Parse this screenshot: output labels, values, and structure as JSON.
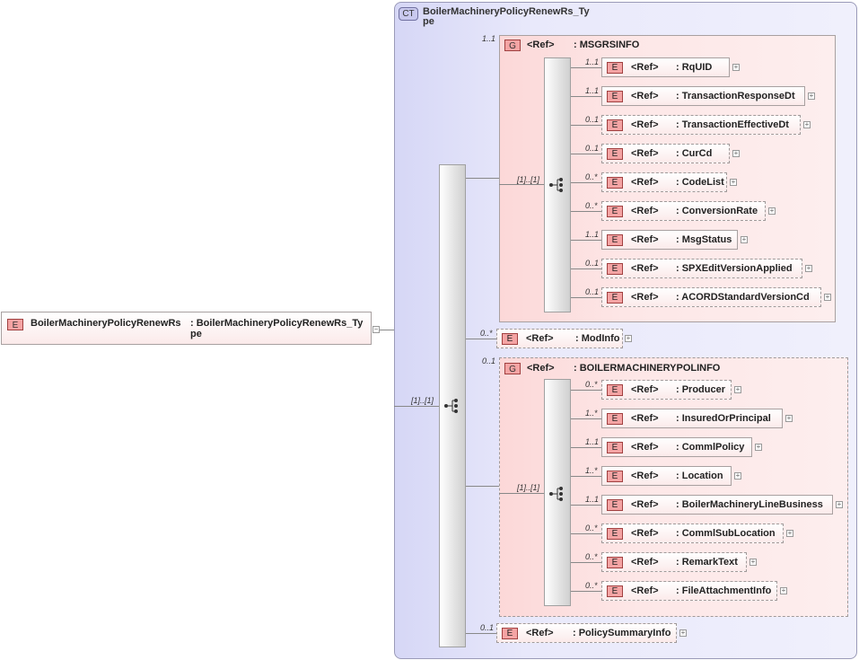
{
  "root": {
    "badge": "E",
    "name": "BoilerMachineryPolicyRenewRs",
    "type": ": BoilerMachineryPolicyRenewRs_Ty pe"
  },
  "complex_type": {
    "badge": "CT",
    "name": "BoilerMachineryPolicyRenewRs_Ty pe"
  },
  "main_sequence": {
    "cardinality": "[1]..[1]"
  },
  "msgrsinfo": {
    "badge": "G",
    "ref": "<Ref>",
    "name": ": MSGRSINFO",
    "cardinality": "1..1",
    "seq_cardinality": "[1]..[1]",
    "items": [
      {
        "card": "1..1",
        "ref": "<Ref>",
        "name": ": RqUID",
        "optional": false
      },
      {
        "card": "1..1",
        "ref": "<Ref>",
        "name": ": TransactionResponseDt",
        "optional": false
      },
      {
        "card": "0..1",
        "ref": "<Ref>",
        "name": ": TransactionEffectiveDt",
        "optional": true
      },
      {
        "card": "0..1",
        "ref": "<Ref>",
        "name": ": CurCd",
        "optional": true
      },
      {
        "card": "0..*",
        "ref": "<Ref>",
        "name": ": CodeList",
        "optional": true
      },
      {
        "card": "0..*",
        "ref": "<Ref>",
        "name": ": ConversionRate",
        "optional": true
      },
      {
        "card": "1..1",
        "ref": "<Ref>",
        "name": ": MsgStatus",
        "optional": false
      },
      {
        "card": "0..1",
        "ref": "<Ref>",
        "name": ": SPXEditVersionApplied",
        "optional": true
      },
      {
        "card": "0..1",
        "ref": "<Ref>",
        "name": ": ACORDStandardVersionCd",
        "optional": true
      }
    ]
  },
  "modinfo": {
    "card": "0..*",
    "ref": "<Ref>",
    "name": ": ModInfo"
  },
  "polinfo": {
    "badge": "G",
    "ref": "<Ref>",
    "name": ": BOILERMACHINERYPOLINFO",
    "cardinality": "0..1",
    "seq_cardinality": "[1]..[1]",
    "items": [
      {
        "card": "0..*",
        "ref": "<Ref>",
        "name": ": Producer",
        "optional": true
      },
      {
        "card": "1..*",
        "ref": "<Ref>",
        "name": ": InsuredOrPrincipal",
        "optional": false
      },
      {
        "card": "1..1",
        "ref": "<Ref>",
        "name": ": CommlPolicy",
        "optional": false
      },
      {
        "card": "1..*",
        "ref": "<Ref>",
        "name": ": Location",
        "optional": false
      },
      {
        "card": "1..1",
        "ref": "<Ref>",
        "name": ": BoilerMachineryLineBusiness",
        "optional": false
      },
      {
        "card": "0..*",
        "ref": "<Ref>",
        "name": ": CommlSubLocation",
        "optional": true
      },
      {
        "card": "0..*",
        "ref": "<Ref>",
        "name": ": RemarkText",
        "optional": true
      },
      {
        "card": "0..*",
        "ref": "<Ref>",
        "name": ": FileAttachmentInfo",
        "optional": true
      }
    ]
  },
  "policysummary": {
    "card": "0..1",
    "ref": "<Ref>",
    "name": ": PolicySummaryInfo"
  },
  "labels": {
    "element_badge": "E"
  },
  "colors": {
    "element_fill": "#f4a4a4",
    "group_fill": "#fde1e1",
    "complex_fill": "#e3e3fa"
  }
}
